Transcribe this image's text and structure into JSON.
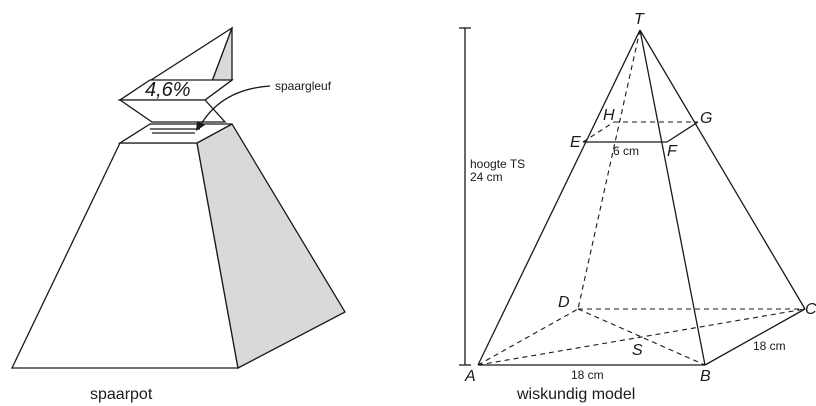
{
  "left_figure": {
    "percent_label": "4,6%",
    "slot_label": "spaargleuf",
    "caption": "spaarpot"
  },
  "right_figure": {
    "vertices": {
      "T": "T",
      "H": "H",
      "G": "G",
      "E": "E",
      "F": "F",
      "D": "D",
      "C": "C",
      "A": "A",
      "B": "B",
      "S": "S"
    },
    "height_label_line1": "hoogte TS",
    "height_label_line2": "24 cm",
    "ef_length": "6 cm",
    "ab_length": "18 cm",
    "bc_length": "18 cm",
    "caption": "wiskundig model"
  }
}
